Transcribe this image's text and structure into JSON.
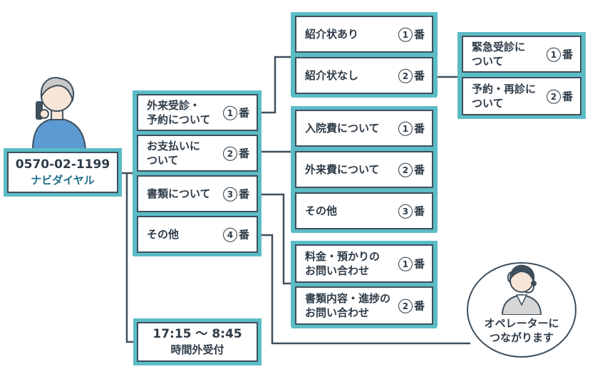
{
  "phone": {
    "number": "0570-02-1199",
    "label": "ナビダイヤル"
  },
  "after_hours": {
    "time": "17:15 ～ 8:45",
    "label": "時間外受付"
  },
  "menu1": [
    {
      "label": "外来受診・\n予約について",
      "num": "1",
      "suffix": "番"
    },
    {
      "label": "お支払いに\nついて",
      "num": "2",
      "suffix": "番"
    },
    {
      "label": "書類について",
      "num": "3",
      "suffix": "番"
    },
    {
      "label": "その他",
      "num": "4",
      "suffix": "番"
    }
  ],
  "outpatient_sub": [
    {
      "label": "紹介状あり",
      "num": "1",
      "suffix": "番"
    },
    {
      "label": "紹介状なし",
      "num": "2",
      "suffix": "番"
    }
  ],
  "no_referral_sub": [
    {
      "label": "緊急受診に\nついて",
      "num": "1",
      "suffix": "番"
    },
    {
      "label": "予約・再診に\nついて",
      "num": "2",
      "suffix": "番"
    }
  ],
  "payment_sub": [
    {
      "label": "入院費について",
      "num": "1",
      "suffix": "番"
    },
    {
      "label": "外来費について",
      "num": "2",
      "suffix": "番"
    },
    {
      "label": "その他",
      "num": "3",
      "suffix": "番"
    }
  ],
  "documents_sub": [
    {
      "label": "料金・預かりの\nお問い合わせ",
      "num": "1",
      "suffix": "番"
    },
    {
      "label": "書類内容・進捗の\nお問い合わせ",
      "num": "2",
      "suffix": "番"
    }
  ],
  "operator": {
    "text": "オペレーターに\nつながります"
  },
  "colors": {
    "accent": "#5bbcc6",
    "line": "#3f4f5c",
    "text": "#2e3b47"
  }
}
